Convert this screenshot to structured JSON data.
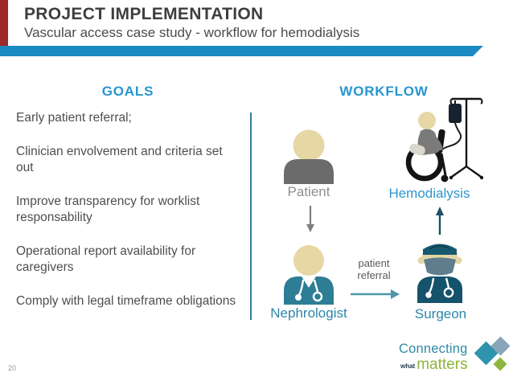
{
  "slide": {
    "title": "PROJECT IMPLEMENTATION",
    "subtitle": "Vascular access case study - workflow for hemodialysis",
    "page_number": "20"
  },
  "goals": {
    "heading": "GOALS",
    "items": [
      "Early patient referral;",
      "Clinician envolvement and criteria set out",
      "Improve transparency for worklist responsability",
      "Operational report availability for caregivers",
      "Comply with legal timeframe obligations"
    ]
  },
  "workflow": {
    "heading": "WORKFLOW",
    "nodes": {
      "patient": "Patient",
      "hemodialysis": "Hemodialysis",
      "nephrologist": "Nephrologist",
      "surgeon": "Surgeon"
    },
    "edge": {
      "line1": "patient",
      "line2": "referral"
    }
  },
  "logo": {
    "top": "Connecting",
    "small": "what",
    "bottom": "matters"
  },
  "colors": {
    "accent_red": "#9c2a29",
    "header_bar_blue": "#1a8ac2",
    "heading_blue": "#2795d1",
    "node_label_teal": "#2d85ab",
    "hemodialysis_label_blue": "#2e95ce",
    "patient_label_gray": "#8f8f8f",
    "divider_teal": "#2f7e9d",
    "doctor_teal": "#2d7d95",
    "surgeon_dark_teal": "#14536b",
    "skin_tan": "#e7d7a4",
    "logo_teal": "#2e8ba6",
    "logo_green": "#8cb63e"
  }
}
